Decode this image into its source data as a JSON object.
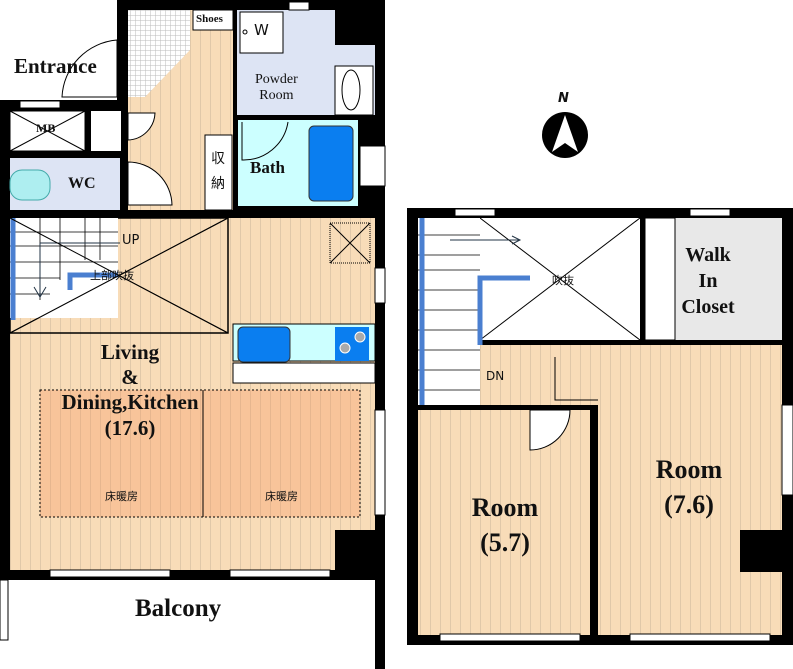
{
  "floor1": {
    "entrance": "Entrance",
    "shoes": "Shoes",
    "washer": "W",
    "powder_room": [
      "Powder",
      "Room"
    ],
    "mb": "MB",
    "wc": "WC",
    "storage": [
      "収",
      "納"
    ],
    "bath": "Bath",
    "up": "UP",
    "void_above": "上部吹抜",
    "ldk": [
      "Living",
      "&",
      "Dining,Kitchen",
      "(17.6)"
    ],
    "floor_heating": [
      "床暖房",
      "床暖房"
    ],
    "balcony": "Balcony"
  },
  "floor2": {
    "north": "N",
    "void": "吹抜",
    "dn": "DN",
    "walk_in_closet": [
      "Walk",
      "In",
      "Closet"
    ],
    "room_a": [
      "Room",
      "(5.7)"
    ],
    "room_b": [
      "Room",
      "(7.6)"
    ]
  },
  "colors": {
    "floor": "#f8dcb8",
    "heating": "#f8c49a",
    "powder": "#dde4f4",
    "bath": "#ccffff",
    "tub": "#0a7ef0",
    "wall": "#000000"
  }
}
